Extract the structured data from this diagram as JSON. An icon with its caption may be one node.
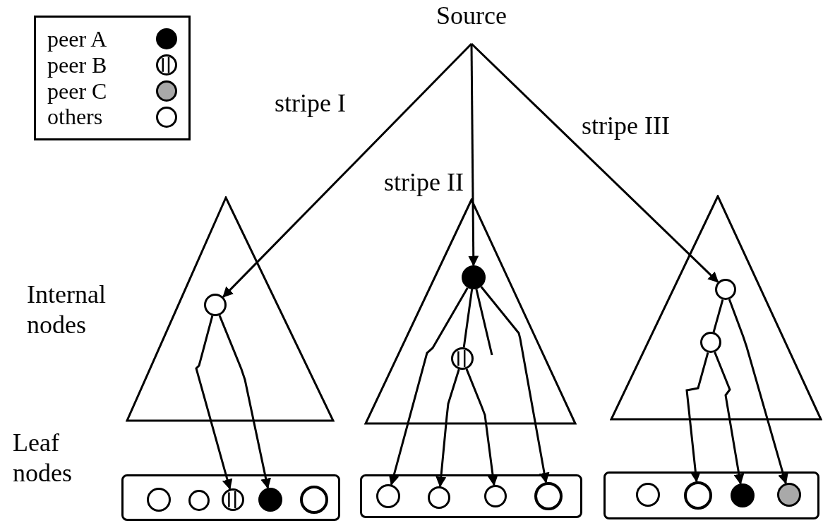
{
  "diagram": {
    "nodes": [
      {
        "text": [
          "Source"
        ]
      },
      {
        "text": [],
        "shape": "triangle"
      },
      {
        "text": [],
        "shape": "triangle"
      },
      {
        "text": [],
        "shape": "triangle"
      },
      {
        "text": [],
        "shape": "circle",
        "in": 1
      },
      {
        "text": [],
        "shape": "circle",
        "in": 2
      },
      {
        "text": [],
        "shape": "circle",
        "in": 2
      },
      {
        "text": [],
        "shape": "circle",
        "in": 3
      },
      {
        "text": [],
        "shape": "circle",
        "in": 3
      },
      {
        "text": [],
        "shape": "box"
      },
      {
        "text": [],
        "shape": "box"
      },
      {
        "text": [],
        "shape": "box"
      },
      {
        "text": [],
        "shape": "circle",
        "in": 9
      },
      {
        "text": [],
        "shape": "circle",
        "in": 9
      },
      {
        "text": [],
        "shape": "circle",
        "in": 9
      },
      {
        "text": [],
        "shape": "circle",
        "in": 9
      },
      {
        "text": [],
        "shape": "circle",
        "in": 9
      },
      {
        "text": [],
        "shape": "circle",
        "in": 10
      },
      {
        "text": [],
        "shape": "circle",
        "in": 10
      },
      {
        "text": [],
        "shape": "circle",
        "in": 10
      },
      {
        "text": [],
        "shape": "circle",
        "in": 10
      },
      {
        "text": [],
        "shape": "circle",
        "in": 11
      },
      {
        "text": [],
        "shape": "circle",
        "in": 11
      },
      {
        "text": [],
        "shape": "circle",
        "in": 11
      },
      {
        "text": [],
        "shape": "circle",
        "in": 11
      }
    ],
    "edges": [
      {
        "from": 0,
        "to": 4,
        "arrow": "to",
        "label": "stripe I"
      },
      {
        "from": 0,
        "to": 5,
        "arrow": "to",
        "label": "stripe II"
      },
      {
        "from": 0,
        "to": 7,
        "arrow": "to",
        "label": "stripe III"
      },
      {
        "from": 4,
        "to": 14,
        "arrow": "to"
      },
      {
        "from": 4,
        "to": 15,
        "arrow": "to"
      },
      {
        "from": 5,
        "to": 17,
        "arrow": "to"
      },
      {
        "from": 5,
        "to": 6,
        "arrow": "none"
      },
      {
        "from": 5,
        "to": null,
        "arrow": "none"
      },
      {
        "from": 5,
        "to": 20,
        "arrow": "to"
      },
      {
        "from": 6,
        "to": 18,
        "arrow": "to"
      },
      {
        "from": 6,
        "to": 19,
        "arrow": "to"
      },
      {
        "from": 7,
        "to": 8,
        "arrow": "none"
      },
      {
        "from": 7,
        "to": 24,
        "arrow": "to"
      },
      {
        "from": 8,
        "to": 22,
        "arrow": "to"
      },
      {
        "from": 8,
        "to": 23,
        "arrow": "to"
      }
    ],
    "labels": [
      "Internal nodes",
      "Leaf nodes"
    ],
    "legend": [
      {
        "text": "peer A",
        "color": "#000000"
      },
      {
        "text": "peer B"
      },
      {
        "text": "peer C",
        "color": "#a9a9a9"
      },
      {
        "text": "others",
        "color": "#ffffff"
      }
    ]
  }
}
